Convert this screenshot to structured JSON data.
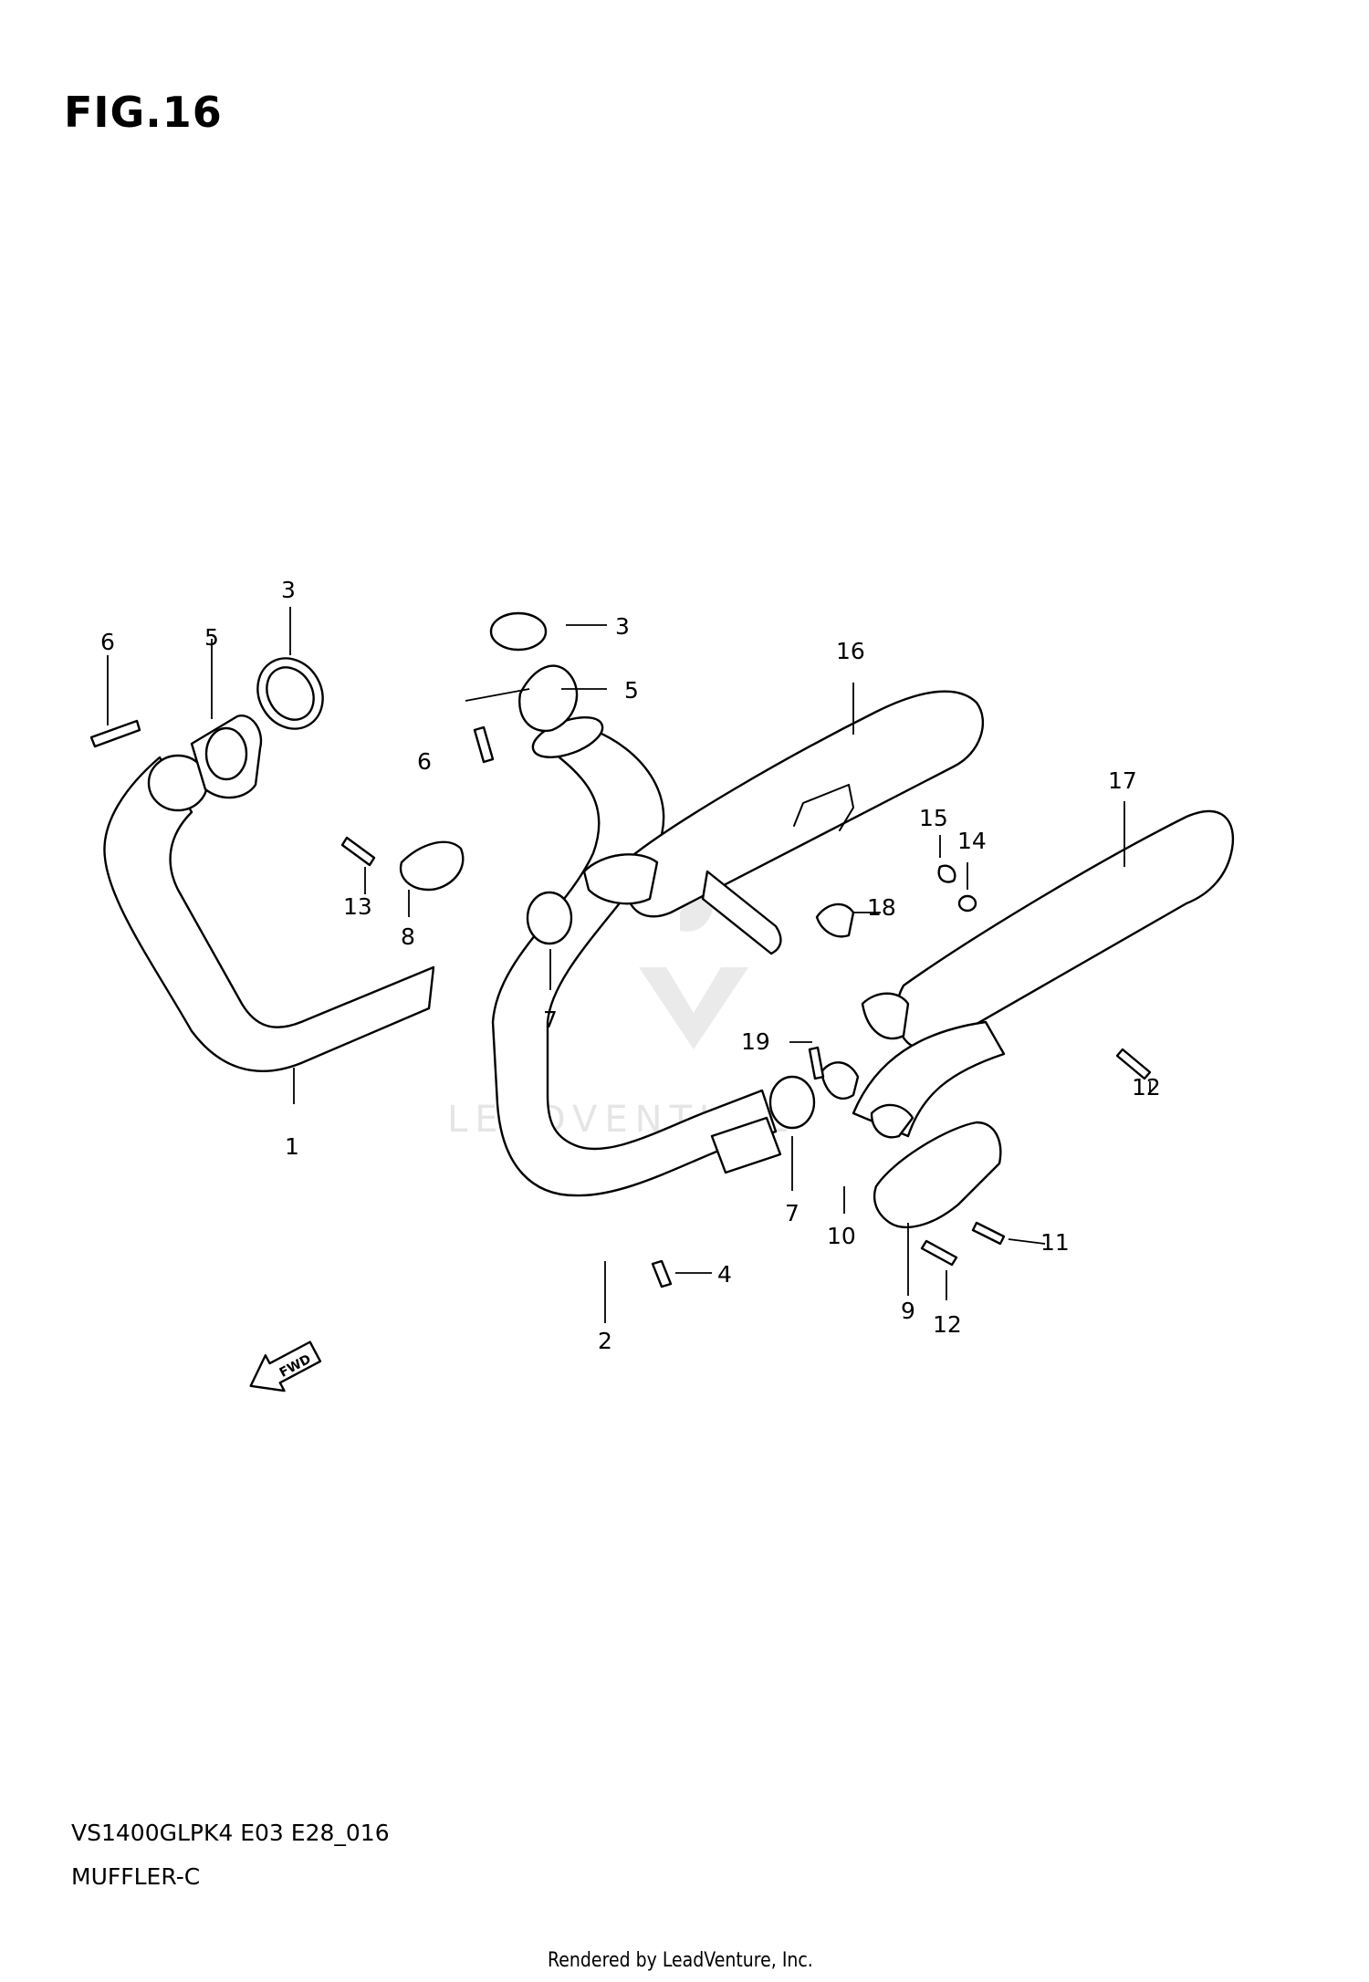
{
  "figure": {
    "title": "FIG.16",
    "code": "VS1400GLPK4 E03 E28_016",
    "name": "MUFFLER-C"
  },
  "credit": "Rendered by LeadVenture, Inc.",
  "watermark": "LEADVENTURE",
  "fwd_label": "FWD",
  "callouts": [
    "1",
    "2",
    "3",
    "3",
    "4",
    "5",
    "5",
    "6",
    "6",
    "7",
    "7",
    "8",
    "9",
    "10",
    "11",
    "12",
    "12",
    "13",
    "14",
    "15",
    "16",
    "17",
    "18",
    "19"
  ]
}
